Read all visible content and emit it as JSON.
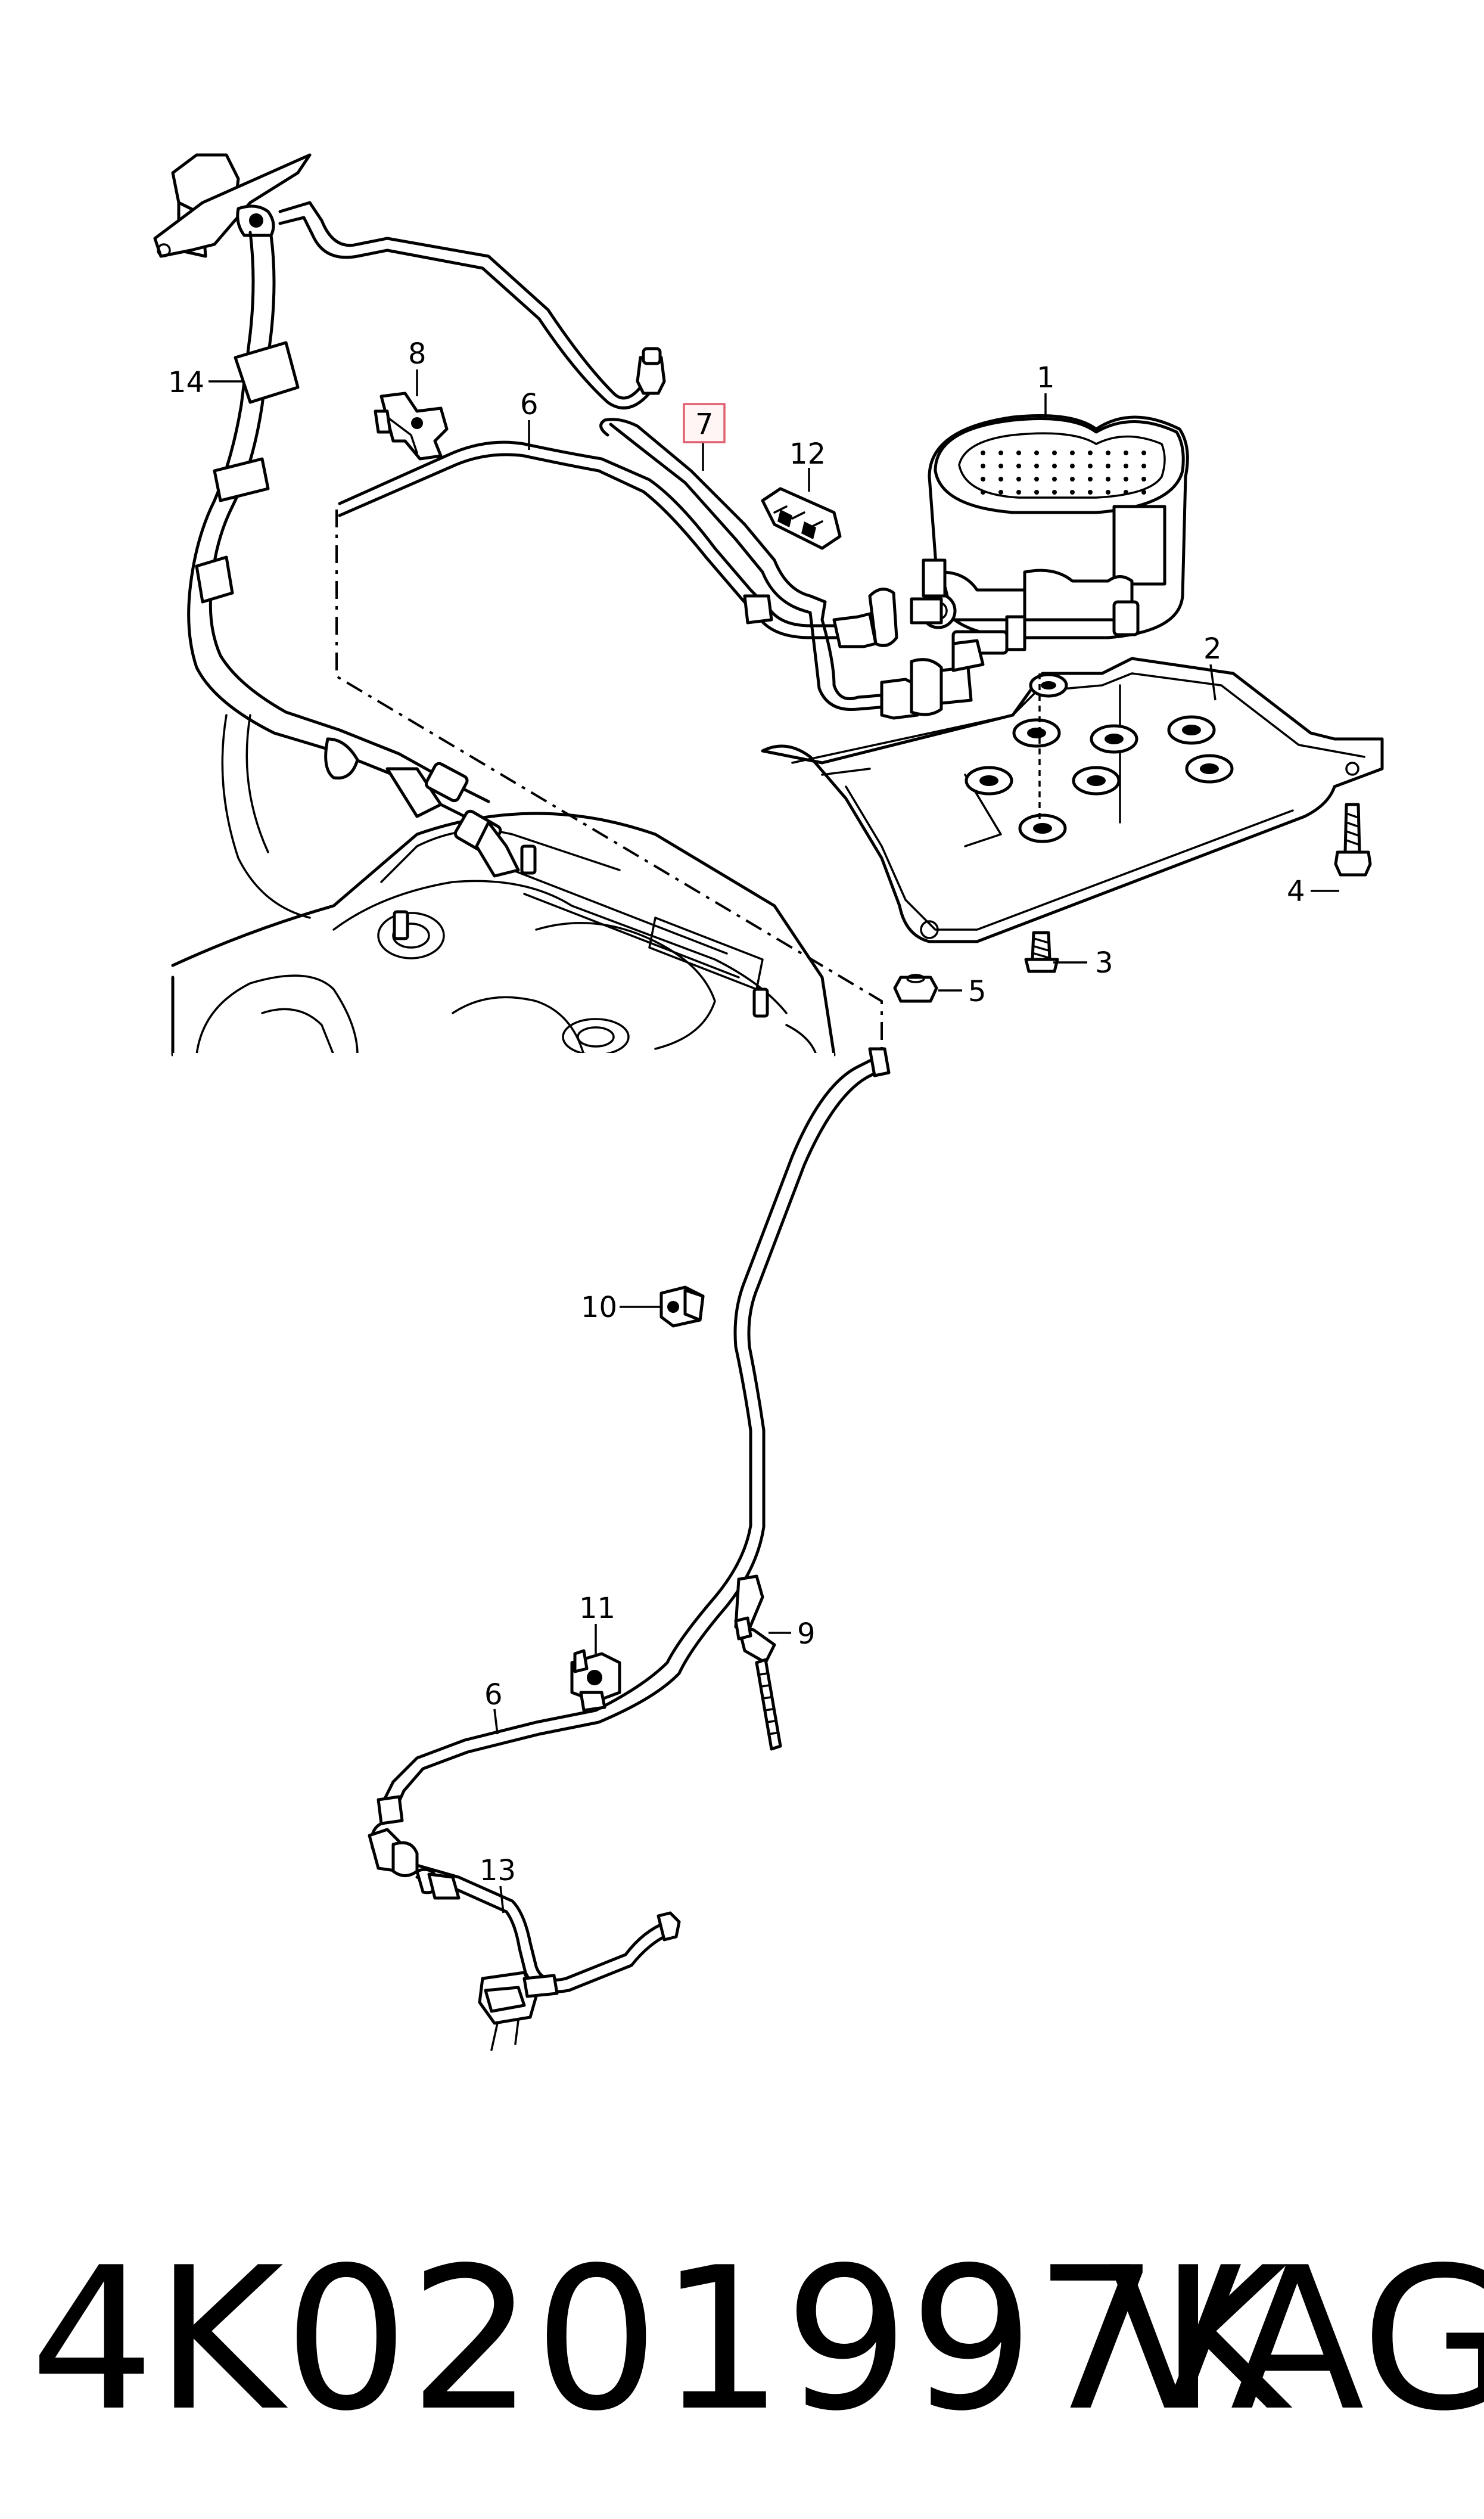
{
  "callouts": [
    {
      "id": "1",
      "text": "1"
    },
    {
      "id": "2",
      "text": "2"
    },
    {
      "id": "3",
      "text": "3"
    },
    {
      "id": "4",
      "text": "4"
    },
    {
      "id": "5",
      "text": "5"
    },
    {
      "id": "6a",
      "text": "6"
    },
    {
      "id": "6b",
      "text": "6"
    },
    {
      "id": "7",
      "text": "7"
    },
    {
      "id": "8",
      "text": "8"
    },
    {
      "id": "9",
      "text": "9"
    },
    {
      "id": "10",
      "text": "10"
    },
    {
      "id": "11",
      "text": "11"
    },
    {
      "id": "12",
      "text": "12"
    },
    {
      "id": "13",
      "text": "13"
    },
    {
      "id": "14",
      "text": "14"
    }
  ],
  "highlight_color": "#e06070",
  "footer": {
    "part_number": "4K0201997K",
    "brand": "VAG"
  }
}
